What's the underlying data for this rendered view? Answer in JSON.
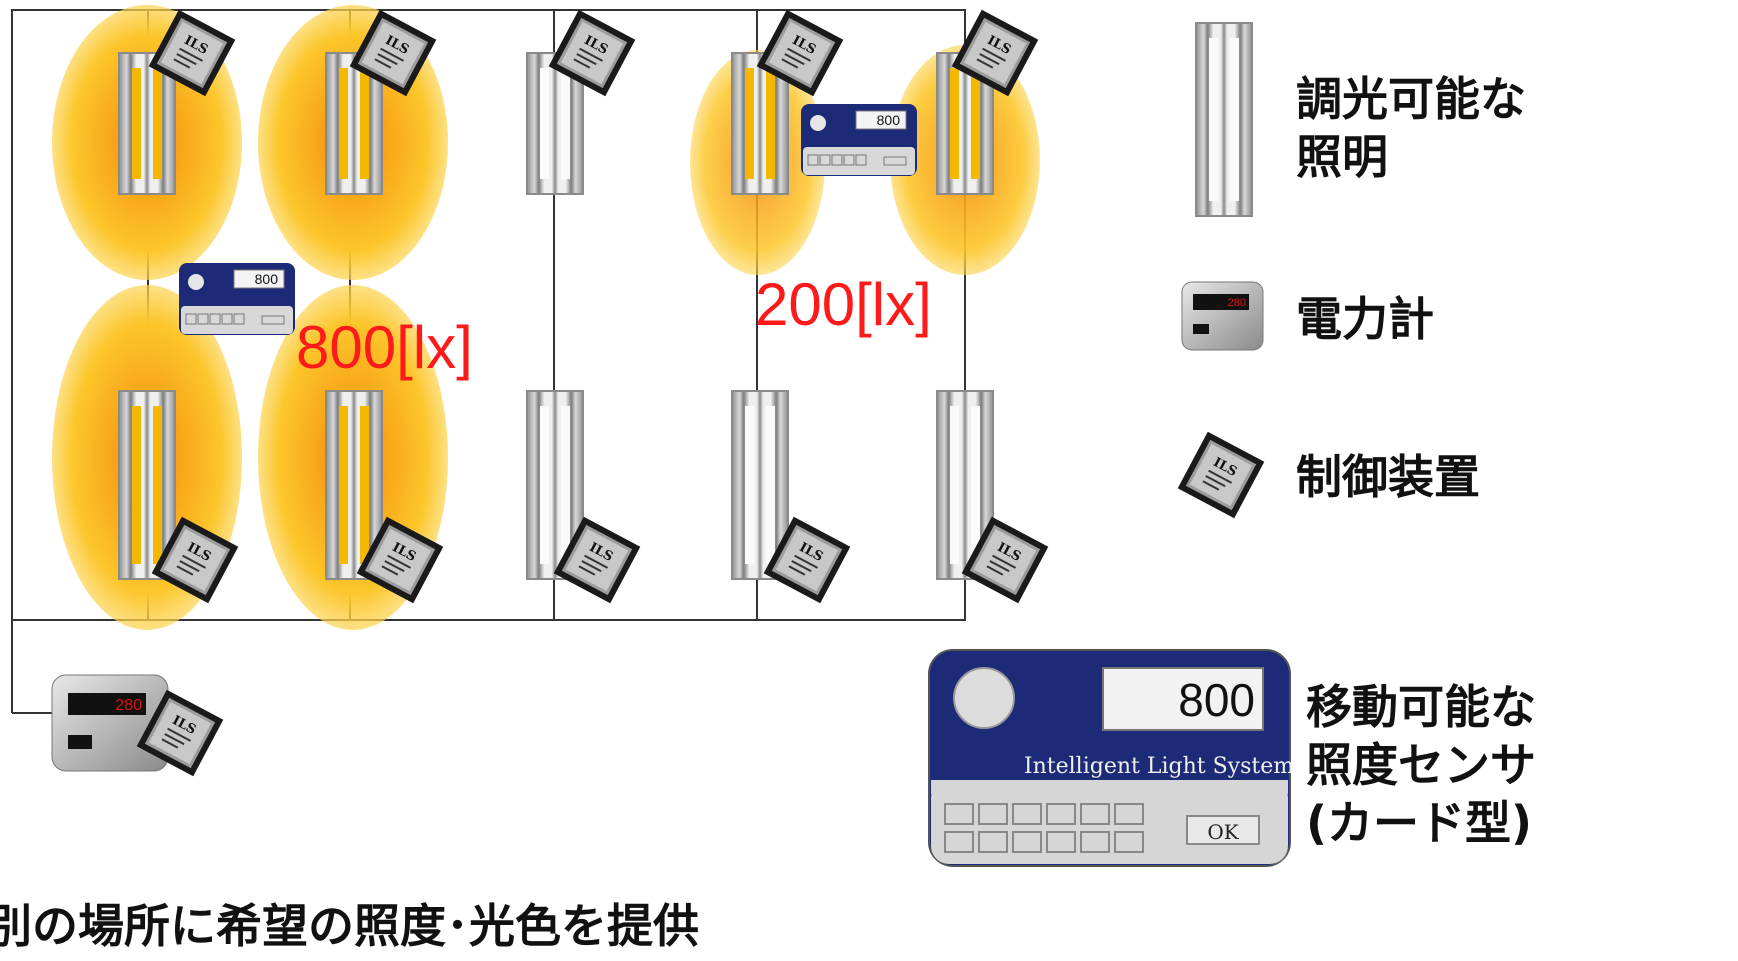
{
  "room": {
    "lux_left": "800[lx]",
    "lux_right": "200[lx]",
    "sensor_small_value": "800"
  },
  "meter": {
    "value": "280"
  },
  "chip_label": "ILS",
  "legend": {
    "dimmable_light_line1": "調光可能な",
    "dimmable_light_line2": "照明",
    "power_meter": "電力計",
    "controller": "制御装置",
    "sensor_line1": "移動可能な",
    "sensor_line2": "照度センサ",
    "sensor_line3": "(カード型)"
  },
  "legend_meter_value": "280",
  "sensor_card": {
    "value": "800",
    "brand": "Intelligent Light System",
    "ok": "OK"
  },
  "caption": "別の場所に希望の照度･光色を提供",
  "colors": {
    "lux_text": "#ff1a1a",
    "sensor_blue": "#1c2a78",
    "glow": "#f9a81a"
  }
}
